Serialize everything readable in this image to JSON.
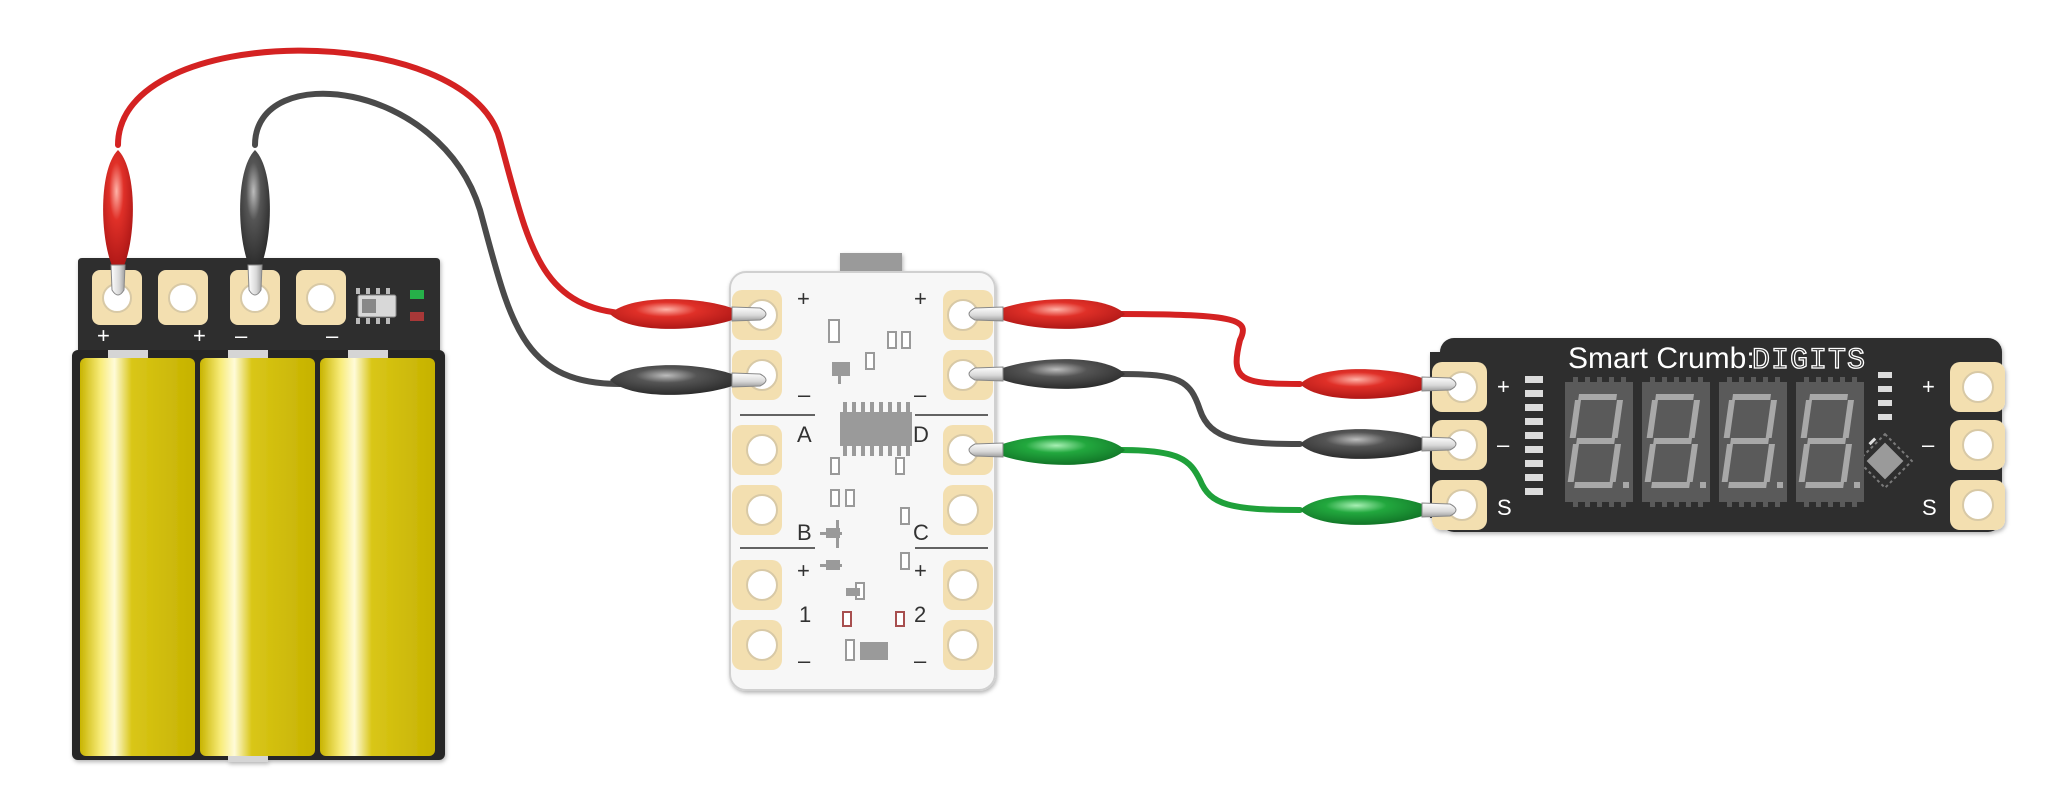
{
  "colors": {
    "wire_red": "#d42222",
    "wire_black": "#4a4a4a",
    "wire_green": "#1fa03a",
    "battery_yellow": "#d4c20a",
    "board_dark": "#2e2e2e",
    "board_white": "#f7f7f7",
    "pad": "#f3dfb0"
  },
  "battery_pack": {
    "labels": [
      "+",
      "+",
      "–",
      "–"
    ]
  },
  "crumble": {
    "top_labels": [
      "+",
      "–",
      "+",
      "–"
    ],
    "port_labels": [
      "A",
      "D",
      "B",
      "C"
    ],
    "bottom_labels": [
      "+",
      "+",
      "1",
      "2",
      "–",
      "–"
    ]
  },
  "digits_crumb": {
    "title": "Smart Crumb:",
    "title_suffix": "DIGITS",
    "left_labels": [
      "+",
      "–",
      "S"
    ],
    "right_labels": [
      "+",
      "–",
      "S"
    ],
    "display_segments": [
      "8.",
      "8.",
      "8.",
      "8."
    ]
  }
}
